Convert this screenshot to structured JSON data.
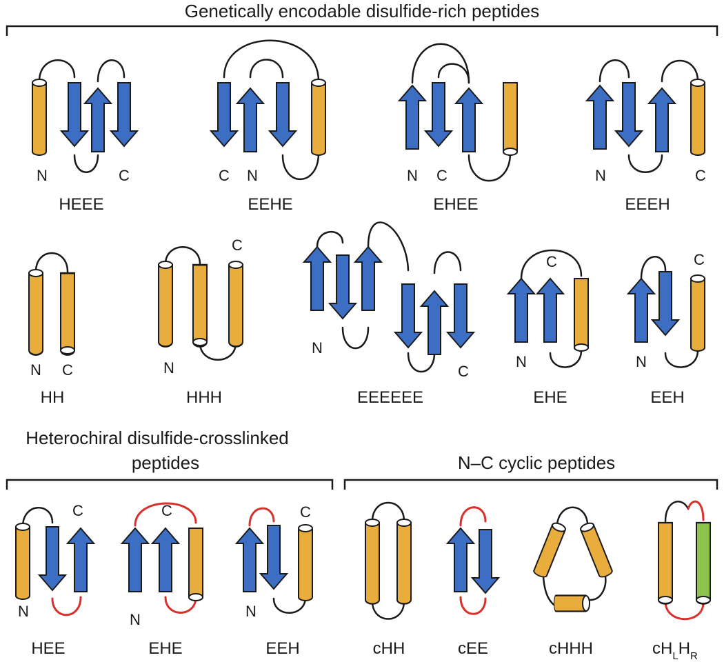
{
  "sections": {
    "genetic": "Genetically encodable disulfide-rich peptides",
    "heterochiral_line1": "Heterochiral disulfide-crosslinked",
    "heterochiral_line2": "peptides",
    "cyclic": "N–C cyclic peptides"
  },
  "labels": {
    "heee": "HEEE",
    "eehe": "EEHE",
    "ehee": "EHEE",
    "eeeh": "EEEH",
    "hh": "HH",
    "hhh": "HHH",
    "eeeeee": "EEEEEE",
    "ehe": "EHE",
    "eeh": "EEH",
    "het_hee": "HEE",
    "het_ehe": "EHE",
    "het_eeh": "EEH",
    "chh": "cHH",
    "cee": "cEE",
    "chhh": "cHHH",
    "chlhr_main1": "cH",
    "chlhr_sub1": "L",
    "chlhr_main2": "H",
    "chlhr_sub2": "R"
  },
  "termini": {
    "n": "N",
    "c": "C"
  },
  "colors": {
    "helix": "#e8ad3c",
    "strand": "#3c6fc4",
    "d_helix": "#8cc34a",
    "heterochiral_loop": "#d8302a"
  }
}
